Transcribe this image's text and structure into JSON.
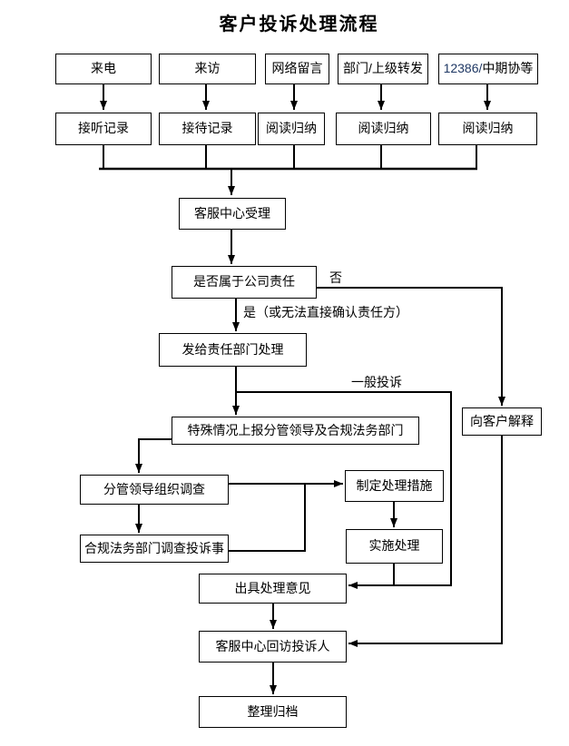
{
  "title": "客户投诉处理流程",
  "colors": {
    "line": "#000000",
    "hotline_number": "#1f3864"
  },
  "nodes": {
    "phone": "来电",
    "visit": "来访",
    "web_message": "网络留言",
    "dept_forward": "部门/上级转发",
    "hotline_number": "12386/",
    "hotline_rest": "中期协等",
    "listen_record": "接听记录",
    "reception_record": "接待记录",
    "read_summary_1": "阅读归纳",
    "read_summary_2": "阅读归纳",
    "read_summary_3": "阅读归纳",
    "service_center_accept": "客服中心受理",
    "decision_company_responsibility": "是否属于公司责任",
    "send_responsible_dept": "发给责任部门处理",
    "special_report": "特殊情况上报分管领导及合规法务部门",
    "explain_to_customer": "向客户解释",
    "leader_investigation": "分管领导组织调查",
    "compliance_investigation": "合规法务部门调查投诉事",
    "make_measures": "制定处理措施",
    "implement_handling": "实施处理",
    "issue_opinion": "出具处理意见",
    "revisit_complainant": "客服中心回访投诉人",
    "archive": "整理归档"
  },
  "edge_labels": {
    "no": "否",
    "yes": "是（或无法直接确认责任方）",
    "general_complaint": "一般投诉"
  }
}
